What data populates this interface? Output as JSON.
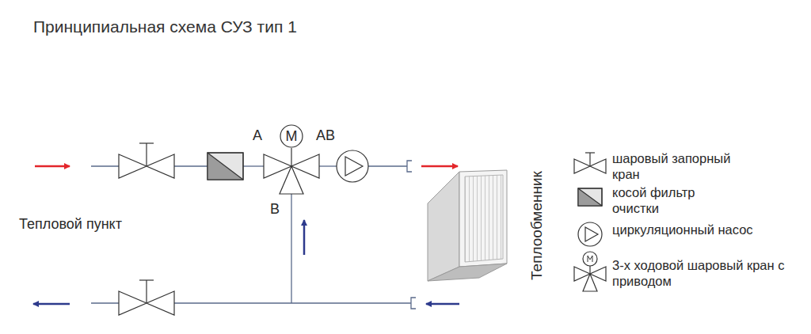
{
  "diagram": {
    "title": "Принципиальная схема СУЗ тип 1",
    "nodes": [
      {
        "text": [
          "M"
        ]
      },
      {
        "text": [
          "Теплообменник"
        ]
      }
    ],
    "labels": [
      "A",
      "AB",
      "B",
      "Тепловой пункт"
    ],
    "legend": [
      {
        "text": "шаровый запорный кран"
      },
      {
        "text": "косой фильтр очистки"
      },
      {
        "text": "циркуляционный насос"
      },
      {
        "text": "3-х ходовой шаровый кран с приводом"
      }
    ]
  }
}
